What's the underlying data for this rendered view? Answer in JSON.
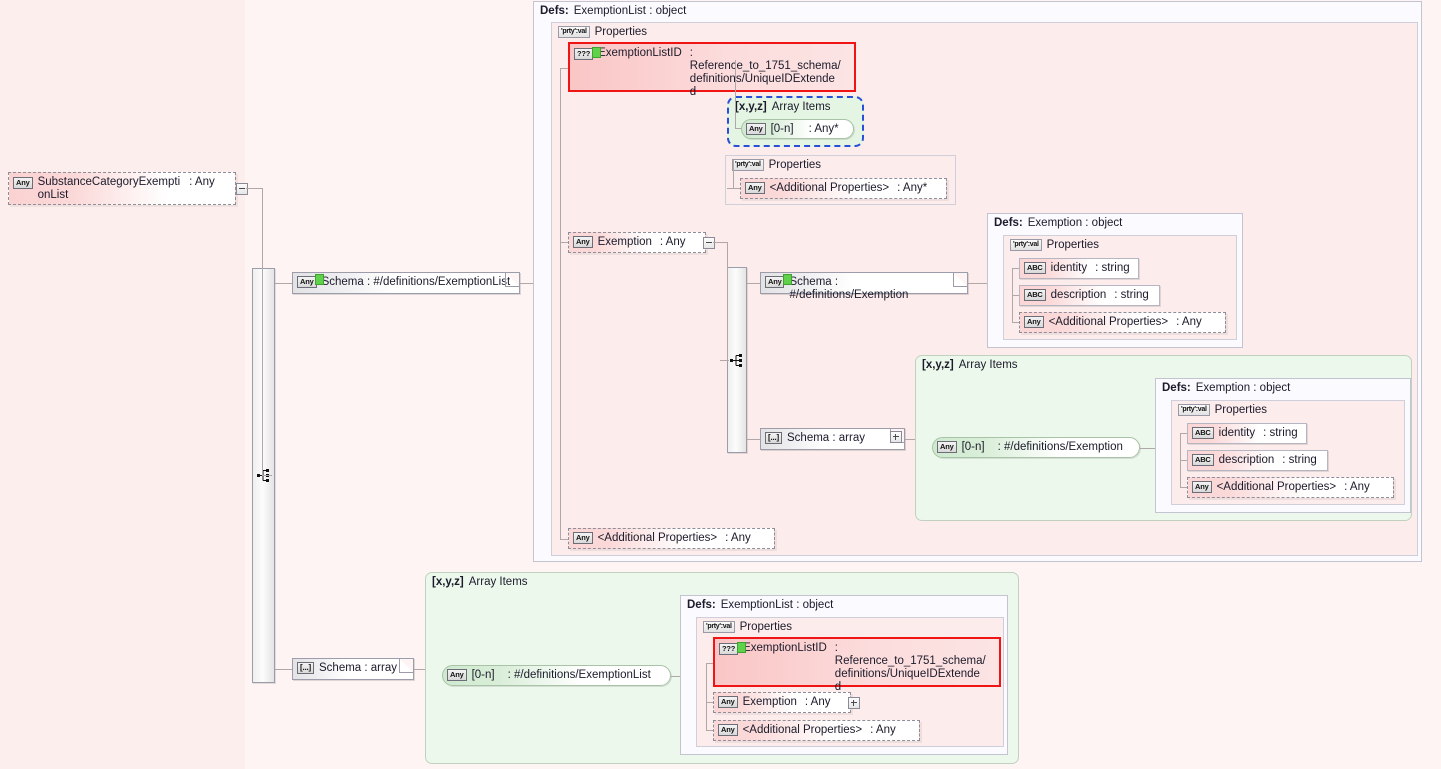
{
  "diagram": {
    "title": "JSON Schema structure: SubstanceCategoryExemptionList",
    "type": "json-schema-tree"
  },
  "colors": {
    "background": "#fdf4f3",
    "background_left": "#fdeeee",
    "property_fill": "#fbd6d6",
    "array_fill": "#edf8ec",
    "defs_fill": "#fbfaff",
    "highlight_border": "#f01414",
    "array_dashed_border": "#2a4fd7",
    "green_marker": "#5fd14a"
  },
  "root": {
    "badge": "Any",
    "name": "SubstanceCategoryExempti\nonList",
    "type": ": Any"
  },
  "schema_nodes": {
    "exemption_list_ref": {
      "badge": "Any",
      "label": "Schema  : #/definitions/ExemptionList"
    },
    "exemption_ref": {
      "badge": "Any",
      "label": "Schema  : #/definitions/Exemption"
    },
    "array_top": {
      "badge": "[...]",
      "label": "Schema  : array"
    },
    "array_bottom": {
      "badge": "[...]",
      "label": "Schema  : array"
    }
  },
  "defs_exemptionlist_top": {
    "header_badge": "Defs:",
    "header_title": "ExemptionList  : object",
    "properties": {
      "label_badge": "'prty':val",
      "label": "Properties",
      "items": [
        {
          "badge": "???",
          "name": "ExemptionListID",
          "type": ": Reference_to_1751_schema/\ndefinitions/UniqueIDExtende\nd",
          "style": "highlighted"
        },
        {
          "badge": "Any",
          "name": "Exemption",
          "type": ": Any",
          "style": "dashed",
          "expand": "minus"
        },
        {
          "badge": "Any",
          "name": "<Additional Properties>",
          "type": ": Any",
          "style": "dashed"
        }
      ]
    }
  },
  "array_items_top": {
    "badge": "[x,y,z]",
    "label": "Array Items",
    "item": {
      "badge": "Any",
      "name": "[0-n]",
      "type": ": Any*"
    }
  },
  "properties_any_top": {
    "badge": "'prty':val",
    "label": "Properties",
    "item": {
      "badge": "Any",
      "name": "<Additional Properties>",
      "type": ": Any*"
    }
  },
  "defs_exemption_upper": {
    "header_badge": "Defs:",
    "header_title": "Exemption  : object",
    "properties": {
      "label_badge": "'prty':val",
      "label": "Properties",
      "items": [
        {
          "badge": "ABC",
          "name": "identity",
          "type": ": string",
          "style": "solid"
        },
        {
          "badge": "ABC",
          "name": "description",
          "type": ": string",
          "style": "solid"
        },
        {
          "badge": "Any",
          "name": "<Additional Properties>",
          "type": ": Any",
          "style": "dashed"
        }
      ]
    }
  },
  "array_items_exemption": {
    "badge": "[x,y,z]",
    "label": "Array Items",
    "item": {
      "badge": "Any",
      "name": "[0-n]",
      "type": ": #/definitions/Exemption"
    }
  },
  "defs_exemption_lower": {
    "header_badge": "Defs:",
    "header_title": "Exemption  : object",
    "properties": {
      "label_badge": "'prty':val",
      "label": "Properties",
      "items": [
        {
          "badge": "ABC",
          "name": "identity",
          "type": ": string",
          "style": "solid"
        },
        {
          "badge": "ABC",
          "name": "description",
          "type": ": string",
          "style": "solid"
        },
        {
          "badge": "Any",
          "name": "<Additional Properties>",
          "type": ": Any",
          "style": "dashed"
        }
      ]
    }
  },
  "array_items_bottom": {
    "badge": "[x,y,z]",
    "label": "Array Items",
    "item": {
      "badge": "Any",
      "name": "[0-n]",
      "type": ": #/definitions/ExemptionList"
    }
  },
  "defs_exemptionlist_bottom": {
    "header_badge": "Defs:",
    "header_title": "ExemptionList  : object",
    "properties": {
      "label_badge": "'prty':val",
      "label": "Properties",
      "items": [
        {
          "badge": "???",
          "name": "ExemptionListID",
          "type": ": Reference_to_1751_schema/\ndefinitions/UniqueIDExtende\nd",
          "style": "highlighted"
        },
        {
          "badge": "Any",
          "name": "Exemption",
          "type": ": Any",
          "style": "dashed",
          "expand": "plus"
        },
        {
          "badge": "Any",
          "name": "<Additional Properties>",
          "type": ": Any",
          "style": "dashed"
        }
      ]
    }
  }
}
